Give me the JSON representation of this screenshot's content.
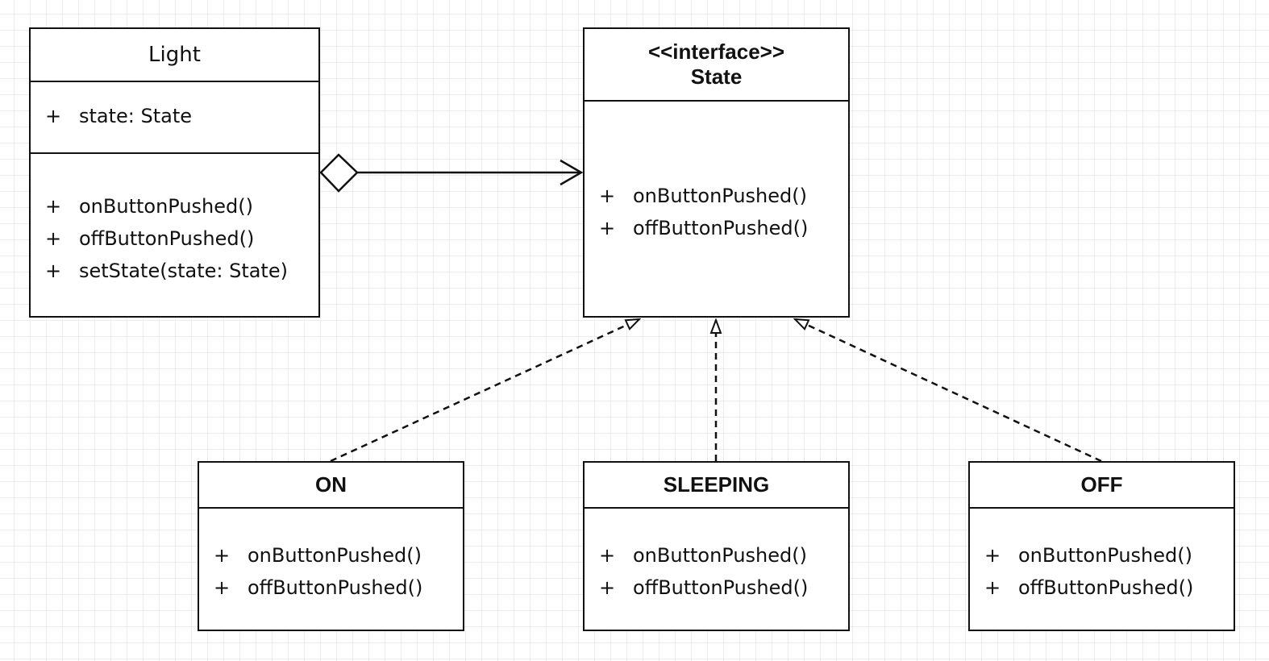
{
  "classes": {
    "light": {
      "name": "Light",
      "attributes": [
        {
          "visibility": "+",
          "text": "state:   State"
        }
      ],
      "operations": [
        {
          "visibility": "+",
          "text": "onButtonPushed()"
        },
        {
          "visibility": "+",
          "text": "offButtonPushed()"
        },
        {
          "visibility": "+",
          "text": "setState(state:   State)"
        }
      ]
    },
    "state": {
      "stereotype": "<<interface>>",
      "name": "State",
      "operations": [
        {
          "visibility": "+",
          "text": "onButtonPushed()"
        },
        {
          "visibility": "+",
          "text": "offButtonPushed()"
        }
      ]
    },
    "on": {
      "name": "ON",
      "operations": [
        {
          "visibility": "+",
          "text": "onButtonPushed()"
        },
        {
          "visibility": "+",
          "text": "offButtonPushed()"
        }
      ]
    },
    "sleeping": {
      "name": "SLEEPING",
      "operations": [
        {
          "visibility": "+",
          "text": "onButtonPushed()"
        },
        {
          "visibility": "+",
          "text": "offButtonPushed()"
        }
      ]
    },
    "off": {
      "name": "OFF",
      "operations": [
        {
          "visibility": "+",
          "text": "onButtonPushed()"
        },
        {
          "visibility": "+",
          "text": "offButtonPushed()"
        }
      ]
    }
  },
  "relationships": [
    {
      "type": "aggregation",
      "from": "Light",
      "to": "State"
    },
    {
      "type": "realization",
      "from": "ON",
      "to": "State"
    },
    {
      "type": "realization",
      "from": "SLEEPING",
      "to": "State"
    },
    {
      "type": "realization",
      "from": "OFF",
      "to": "State"
    }
  ],
  "colors": {
    "line": "#111111",
    "grid": "#ececec",
    "background": "#ffffff"
  }
}
